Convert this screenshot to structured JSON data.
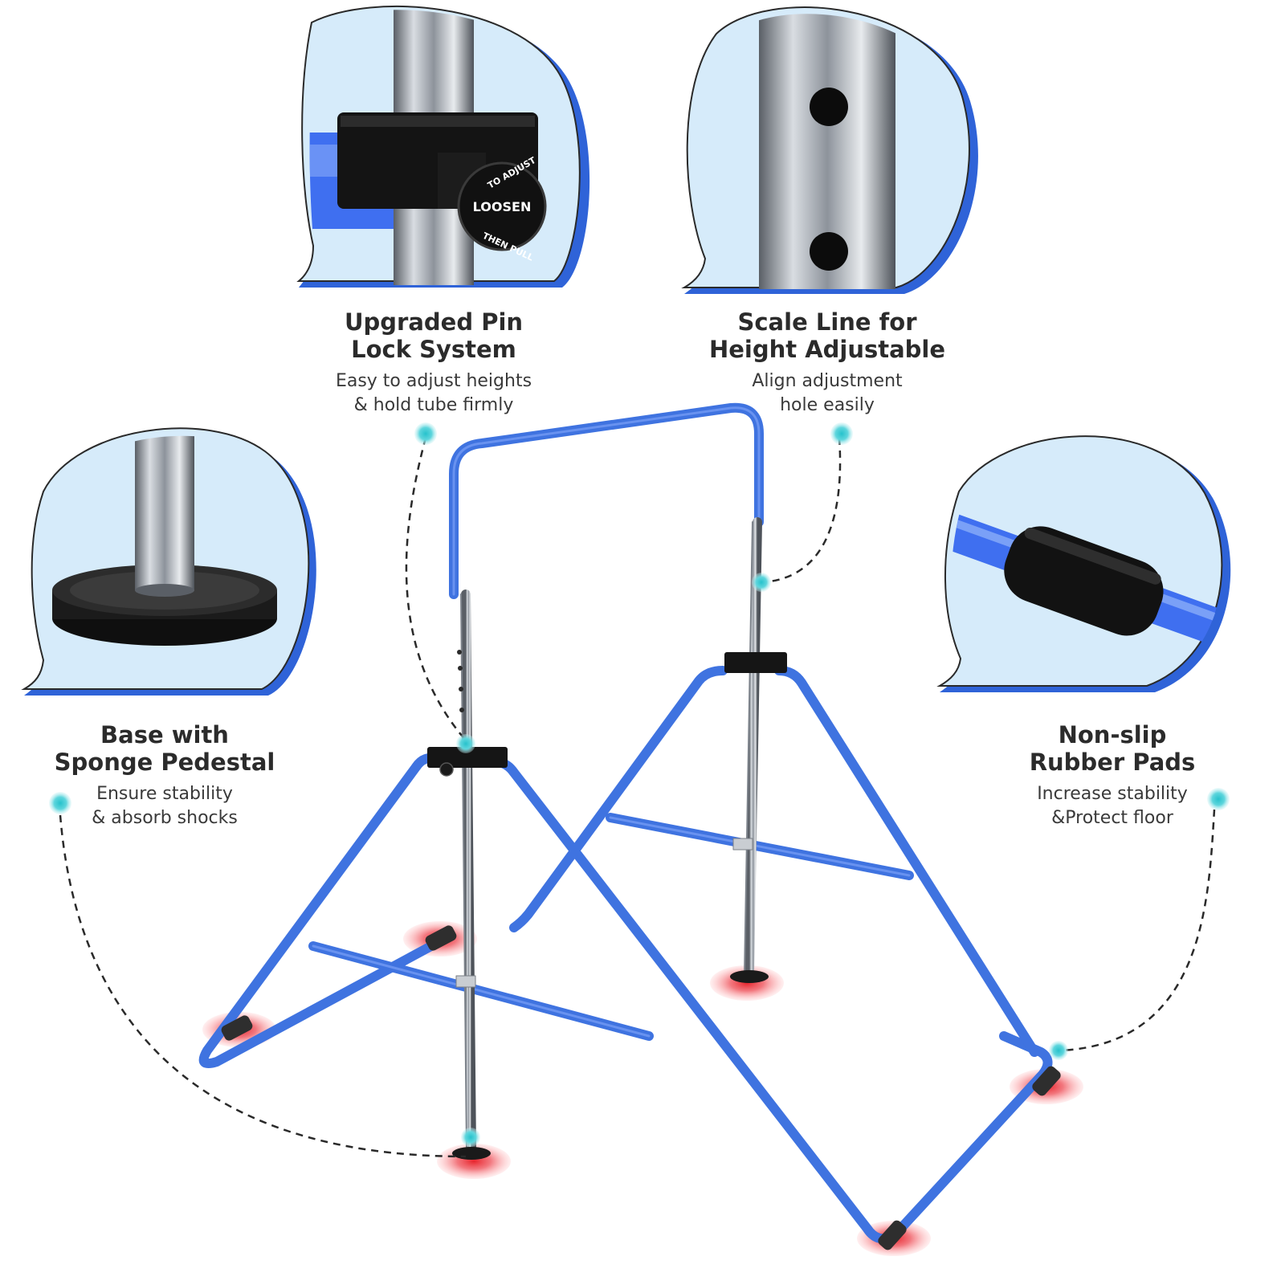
{
  "features": {
    "pin_lock": {
      "title_lines": [
        "Upgraded Pin",
        "Lock System"
      ],
      "desc_lines": [
        "Easy to adjust heights",
        "& hold tube firmly"
      ]
    },
    "scale_line": {
      "title_lines": [
        "Scale Line for",
        "Height Adjustable"
      ],
      "desc_lines": [
        "Align adjustment",
        "hole easily"
      ]
    },
    "base": {
      "title_lines": [
        "Base with",
        "Sponge Pedestal"
      ],
      "desc_lines": [
        "Ensure stability",
        "& absorb shocks"
      ]
    },
    "pads": {
      "title_lines": [
        "Non-slip",
        "Rubber Pads"
      ],
      "desc_lines": [
        "Increase stability",
        "&Protect floor"
      ]
    }
  },
  "knob": {
    "center_label": "LOOSEN",
    "top_arc": "TO ADJUST",
    "bottom_arc": "THEN PULL"
  },
  "colors": {
    "frame_blue": "#3f73e0",
    "bubble_fill": "#d6ebfa",
    "bubble_edge": "#2f63d8",
    "marker_cyan": "#3fcdd6",
    "pad_red": "#e8242c",
    "steel": "#9aa0a8"
  }
}
